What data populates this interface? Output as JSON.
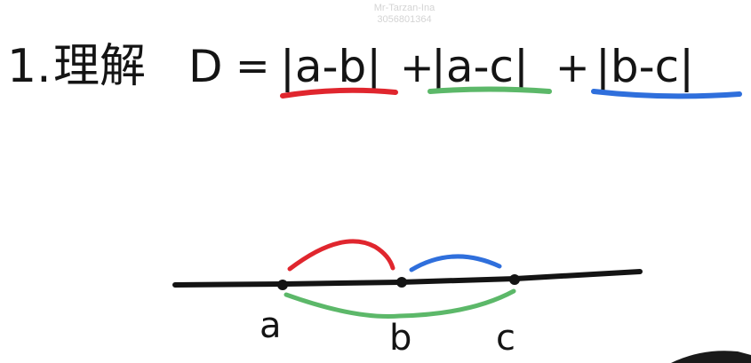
{
  "watermark": {
    "line1": "Mr-Tarzan-Ina",
    "line2": "3056801364"
  },
  "formula": {
    "number": "1.",
    "heading": "理解",
    "lhs": "D",
    "equals": "=",
    "terms": [
      {
        "text": "|a-b|",
        "underline_color": "#e0262e"
      },
      {
        "text": "|a-c|",
        "underline_color": "#5cb869"
      },
      {
        "text": "|b-c|",
        "underline_color": "#2f6fdc"
      }
    ],
    "plus": "+"
  },
  "number_line": {
    "points": [
      {
        "label": "a"
      },
      {
        "label": "b"
      },
      {
        "label": "c"
      }
    ],
    "arcs": [
      {
        "from": "a",
        "to": "b",
        "color": "#e0262e"
      },
      {
        "from": "b",
        "to": "c",
        "color": "#2f6fdc"
      },
      {
        "from": "a",
        "to": "c",
        "color": "#5cb869"
      }
    ]
  }
}
